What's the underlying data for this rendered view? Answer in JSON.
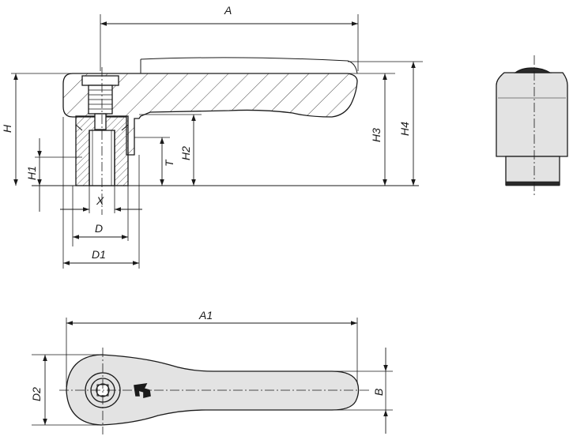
{
  "labels": {
    "A": "A",
    "A1": "A1",
    "H": "H",
    "H1": "H1",
    "H2": "H2",
    "H3": "H3",
    "H4": "H4",
    "T": "T",
    "X": "X",
    "D": "D",
    "D1": "D1",
    "D2": "D2",
    "B": "B"
  },
  "colors": {
    "line": "#1a1a1a",
    "part_fill": "#e3e3e3",
    "hatch": "#4a4a4a",
    "cap": "#2a2a2a"
  }
}
